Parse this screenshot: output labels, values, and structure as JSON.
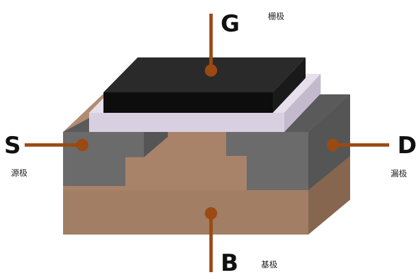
{
  "terminals": {
    "gate": {
      "letter": "G",
      "name": "栅极"
    },
    "source": {
      "letter": "S",
      "name": "源极"
    },
    "drain": {
      "letter": "D",
      "name": "漏极"
    },
    "body": {
      "letter": "B",
      "name": "基极"
    }
  },
  "colors": {
    "lead": "#9a4a12",
    "substrate_front": "#a98369",
    "substrate_top": "#b08c72",
    "substrate_side": "#8f6d56",
    "well_front": "#6b6b6b",
    "well_top": "#5a5a5a",
    "well_side": "#555555",
    "oxide_front": "#d8cfe0",
    "oxide_top": "#e6dfec",
    "oxide_side": "#c4bace",
    "gate_top": "#2a2a2a",
    "gate_front": "#0d0d0d",
    "gate_side": "#1a1a1a"
  }
}
